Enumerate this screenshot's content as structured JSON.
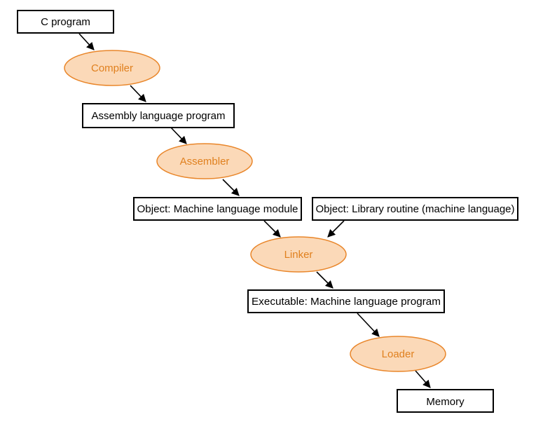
{
  "colors": {
    "box_border": "#000000",
    "box_text": "#000000",
    "oval_fill": "#fbd9b8",
    "oval_border": "#e9862a",
    "oval_text": "#e0801e",
    "arrow": "#000000"
  },
  "nodes": {
    "c_program": "C program",
    "compiler": "Compiler",
    "assembly_program": "Assembly language program",
    "assembler": "Assembler",
    "object_module": "Object: Machine language module",
    "object_library": "Object: Library routine (machine language)",
    "linker": "Linker",
    "executable": "Executable: Machine language program",
    "loader": "Loader",
    "memory": "Memory"
  }
}
